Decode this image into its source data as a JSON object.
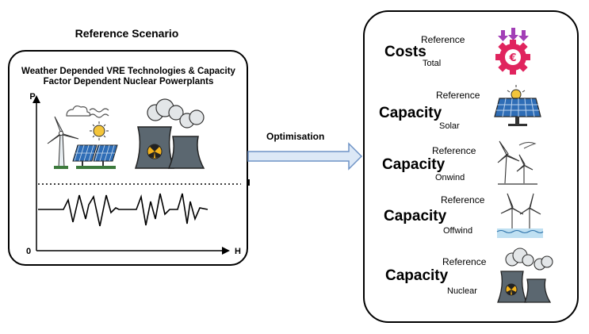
{
  "left_panel": {
    "title": "Reference Scenario",
    "heading_line1": "Weather Depended VRE Technologies & Capacity",
    "heading_line2": "Factor Dependent Nuclear Powerplants",
    "axis_y_label": "P",
    "axis_x_label": "H",
    "origin_label": "0"
  },
  "arrow": {
    "label": "Optimisation"
  },
  "right_panel": {
    "items": [
      {
        "reference": "Reference",
        "main": "Costs",
        "sub": "Total",
        "icon": "euro-gear-icon"
      },
      {
        "reference": "Reference",
        "main": "Capacity",
        "sub": "Solar",
        "icon": "solar-panel-icon"
      },
      {
        "reference": "Reference",
        "main": "Capacity",
        "sub": "Onwind",
        "icon": "onshore-wind-icon"
      },
      {
        "reference": "Reference",
        "main": "Capacity",
        "sub": "Offwind",
        "icon": "offshore-wind-icon"
      },
      {
        "reference": "Reference",
        "main": "Capacity",
        "sub": "Nuclear",
        "icon": "nuclear-plant-icon"
      }
    ]
  },
  "colors": {
    "arrow_fill": "#dce8f6",
    "arrow_stroke": "#6e93c6",
    "gear": "#e0245e",
    "down_arrows": "#a23fb6",
    "solar_panel": "#2e6db6",
    "sun": "#f4c53a",
    "cooling_tower": "#5b6770",
    "radiation": "#f2b21c"
  }
}
